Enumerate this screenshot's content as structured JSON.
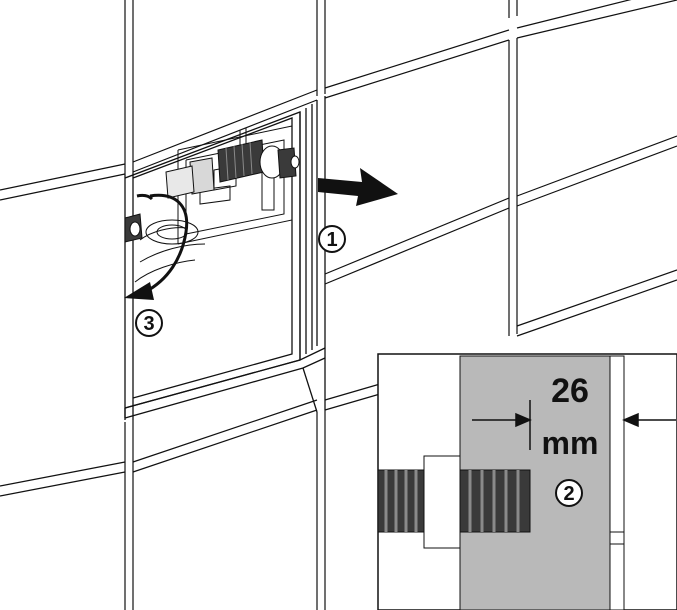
{
  "diagram": {
    "callouts": {
      "step_1": "1",
      "step_2": "2",
      "step_3": "3"
    },
    "dimension": {
      "value": "26",
      "unit": "mm"
    }
  },
  "colors": {
    "line": "#111111",
    "grout": "#ffffff",
    "insert_fill": "#b9b9b9",
    "thread_dark": "#3a3a3a",
    "thread_light": "#8a8a8a",
    "background": "#ffffff"
  },
  "icons": [
    "arrow-right-icon",
    "arrow-left-icon",
    "curved-arrow-icon",
    "threaded-pipe-icon"
  ]
}
